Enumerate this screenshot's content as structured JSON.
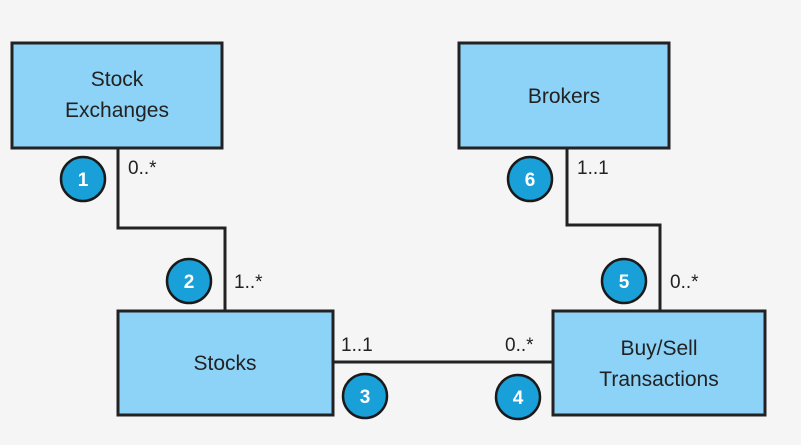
{
  "colors": {
    "background": "#f5f5f5",
    "entity_fill": "#8dd3f7",
    "outline": "#222222",
    "badge_fill": "#1aa0d8",
    "badge_text": "#ffffff"
  },
  "entities": {
    "stock_exchanges": {
      "line1": "Stock",
      "line2": "Exchanges"
    },
    "brokers": {
      "label": "Brokers"
    },
    "stocks": {
      "label": "Stocks"
    },
    "transactions": {
      "line1": "Buy/Sell",
      "line2": "Transactions"
    }
  },
  "relationships": {
    "exchange_stock": {
      "exchange_side": {
        "badge": "1",
        "multiplicity": "0..*"
      },
      "stock_side": {
        "badge": "2",
        "multiplicity": "1..*"
      }
    },
    "stock_transaction": {
      "stock_side": {
        "badge": "3",
        "multiplicity": "1..1"
      },
      "transaction_side": {
        "badge": "4",
        "multiplicity": "0..*"
      }
    },
    "broker_transaction": {
      "transaction_side": {
        "badge": "5",
        "multiplicity": "0..*"
      },
      "broker_side": {
        "badge": "6",
        "multiplicity": "1..1"
      }
    }
  }
}
